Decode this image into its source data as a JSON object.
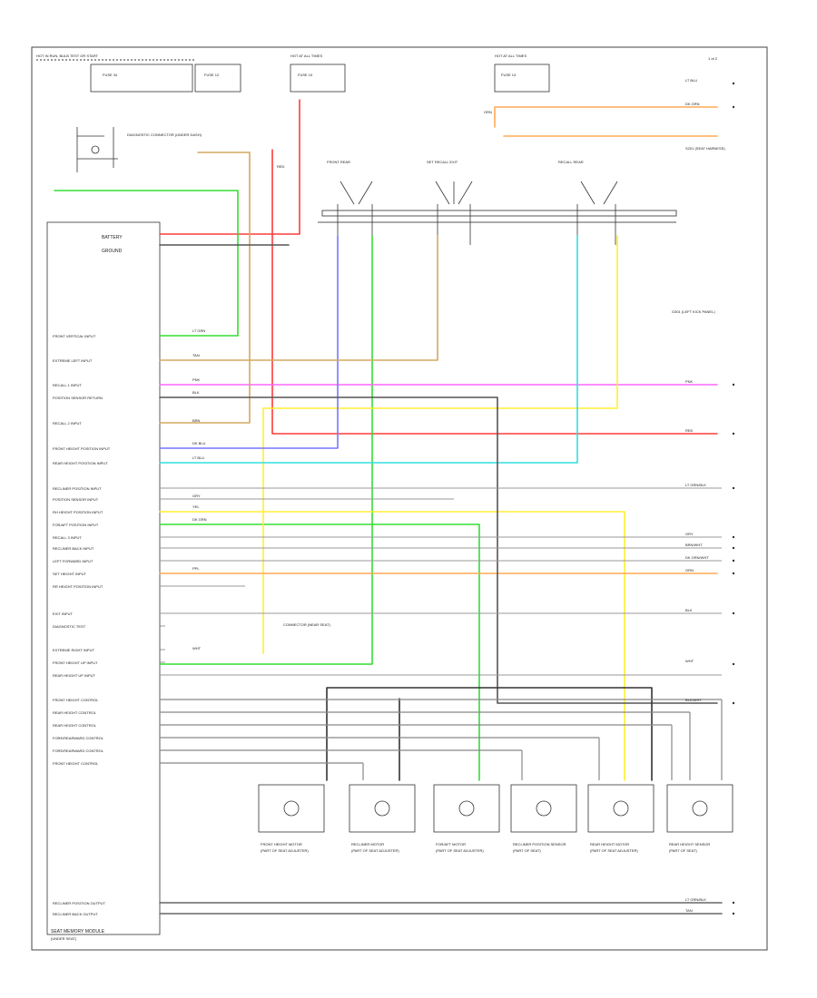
{
  "header": {
    "left_fuse_panel": "HOT IN RUN, BULB TEST OR START",
    "fuse_panel_1": "FUSE 34",
    "fuse_panel_2": "FUSE 12",
    "hot_at_all_times_1": "HOT AT ALL TIMES",
    "fuse_panel_3": "FUSE 10",
    "hot_at_all_times_2": "HOT AT ALL TIMES",
    "fuse_panel_4": "FUSE 13",
    "page_ref": "1 of 2"
  },
  "module": {
    "title": "SEAT MEMORY MODULE",
    "subtitle": "(UNDER SEAT)",
    "battery_label": "BATTERY",
    "ground_label": "GROUND",
    "pins_left": [
      "FRONT VERTICAL INPUT",
      "EXTREME LEFT INPUT",
      "RECALL 1 INPUT",
      "POSITION SENSOR RETURN",
      "RECALL 2 INPUT",
      "FRONT HEIGHT POSITION INPUT",
      "REAR HEIGHT POSITION INPUT",
      "RECLINER POSITION INPUT",
      "POSITION SENSOR INPUT",
      "RH HEIGHT POSITION INPUT",
      "FOR/AFT POSITION INPUT",
      "RECALL 3 INPUT",
      "RECLINER BACK INPUT",
      "LEFT FORWARD INPUT",
      "SET HEIGHT INPUT",
      "RR HEIGHT POSITION INPUT",
      "EXIT INPUT",
      "DIAGNOSTIC TEST",
      "EXTREME RIGHT INPUT",
      "FRONT HEIGHT UP INPUT",
      "REAR HEIGHT UP INPUT",
      "FRONT HEIGHT CONTROL",
      "REAR HEIGHT CONTROL",
      "REAR HEIGHT CONTROL",
      "FORE/REARWARD CONTROL",
      "FORE/REARWARD CONTROL",
      "FRONT HEIGHT CONTROL",
      "RECLINER POSITION OUTPUT",
      "RECLINER BACK OUTPUT"
    ]
  },
  "switches": {
    "group1": "FRONT  REAR",
    "group2": "SET  RECALL  EXIT",
    "group3": "RECALL  REAR"
  },
  "motors": [
    {
      "label": "FRONT HEIGHT MOTOR",
      "sub": "(PART OF SEAT ADJUSTER)"
    },
    {
      "label": "RECLINER MOTOR",
      "sub": "(PART OF SEAT ADJUSTER)"
    },
    {
      "label": "FOR/AFT MOTOR",
      "sub": "(PART OF SEAT ADJUSTER)"
    },
    {
      "label": "RECLINER POSITION SENSOR",
      "sub": "(PART OF SEAT)"
    },
    {
      "label": "REAR HEIGHT MOTOR",
      "sub": "(PART OF SEAT ADJUSTER)"
    },
    {
      "label": "REAR HEIGHT SENSOR",
      "sub": "(PART OF SEAT)"
    }
  ],
  "notes": {
    "ground_note": "G301 (LEFT KICK PANEL)",
    "splice_note": "S201 (SEAT HARNESS)",
    "connector_note": "CONNECTOR (NEAR SEAT)",
    "diag_note": "DIAGNOSTIC CONNECTOR (UNDER DASH)",
    "module_ref": "(UNDER SEAT)"
  },
  "wire_labels": {
    "orn": "ORN",
    "red": "RED",
    "pnk": "PNK",
    "ltgrn": "LT GRN",
    "wht": "WHT",
    "blk": "BLK",
    "yel": "YEL",
    "tan": "TAN",
    "gry": "GRY",
    "ltblu": "LT BLU",
    "dkblu": "DK BLU",
    "brn": "BRN",
    "ppl": "PPL",
    "dkgrn": "DK GRN"
  },
  "right_labels": [
    "LT BLU",
    "DK GRN",
    "PNK",
    "RED",
    "LT GRN/BLK",
    "GRY",
    "BRN/WHT",
    "DK GRN/WHT",
    "ORN",
    "BLK",
    "WHT",
    "BLK/WHT",
    "LT GRN/BLK",
    "TAN"
  ],
  "diagram_colors": {
    "red": "#ff3b3b",
    "green": "#33dd33",
    "pink": "#ff66ff",
    "yellow": "#ffee33",
    "cyan": "#33dddd",
    "blue": "#7777ff",
    "orange": "#ffaa55",
    "tan": "#d4a860",
    "gray": "#999999",
    "black": "#333333"
  }
}
